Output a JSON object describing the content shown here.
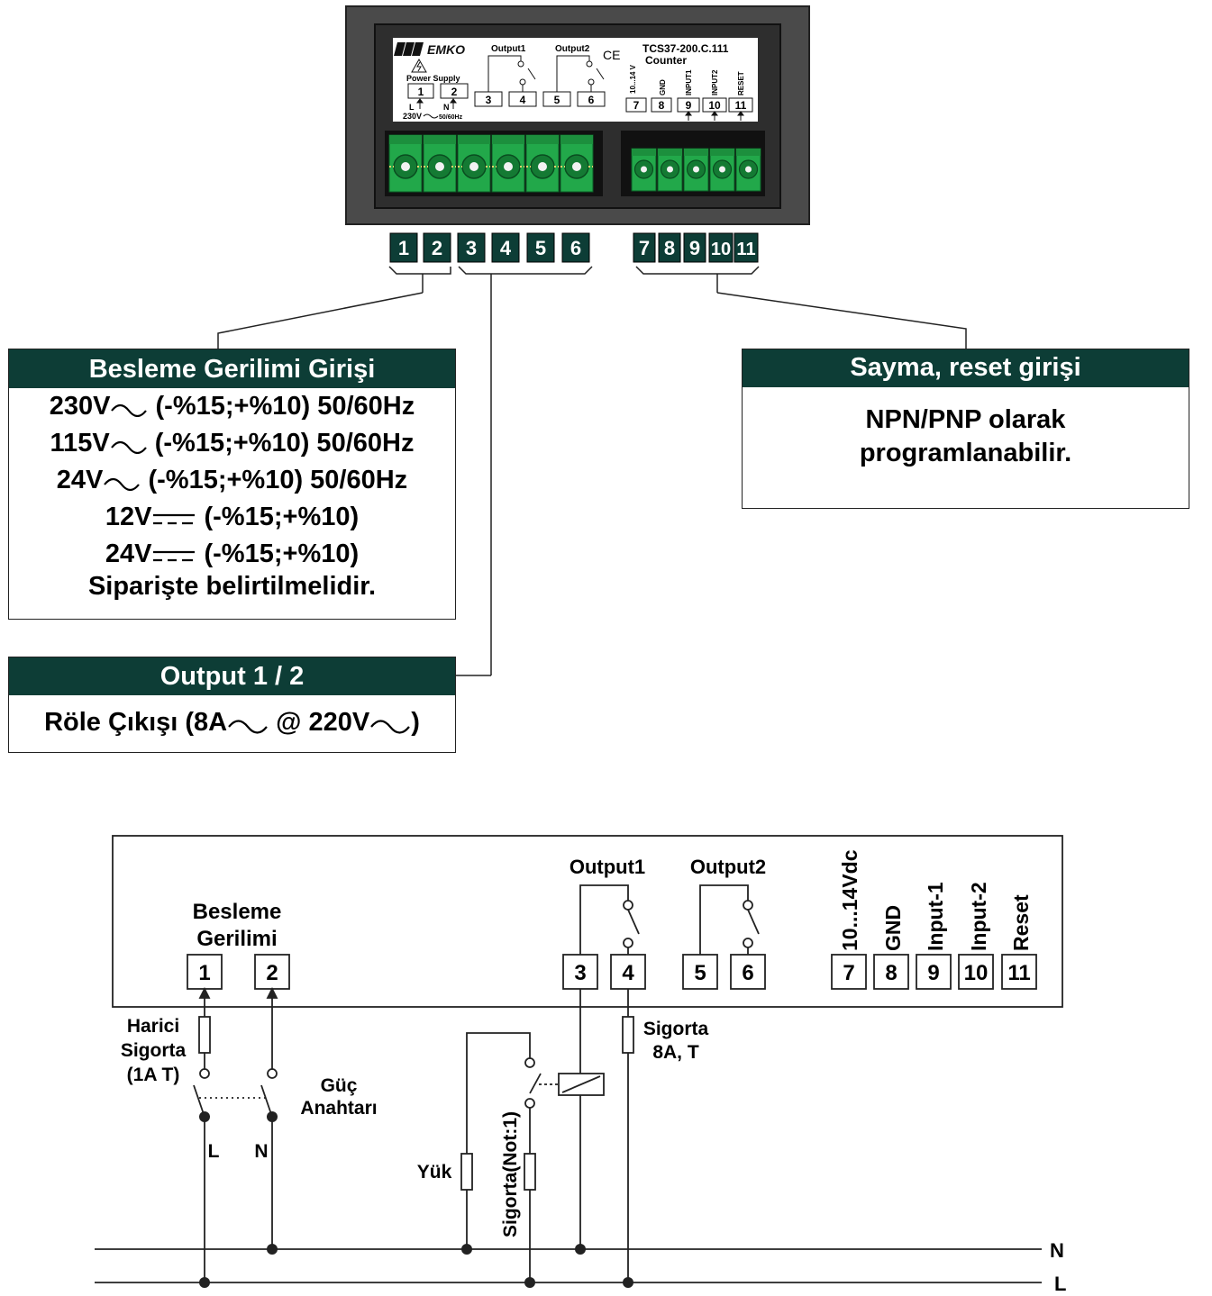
{
  "device": {
    "brand": "EMKO",
    "model": "TCS37-200.C.111",
    "type": "Counter",
    "ce_mark": "CE",
    "power_supply_label": "Power Supply",
    "power_l": "L",
    "power_n": "N",
    "voltage": "230V",
    "freq": "50/60Hz",
    "output1_label": "Output1",
    "output2_label": "Output2",
    "vert_labels": [
      "10...14 V",
      "GND",
      "INPUT1",
      "INPUT2",
      "RESET"
    ],
    "label_terminals": [
      "1",
      "2",
      "3",
      "4",
      "5",
      "6",
      "7",
      "8",
      "9",
      "10",
      "11"
    ]
  },
  "terminal_numbers": [
    "1",
    "2",
    "3",
    "4",
    "5",
    "6",
    "7",
    "8",
    "9",
    "10",
    "11"
  ],
  "supply_box": {
    "title": "Besleme Gerilimi Girişi",
    "lines": [
      {
        "v": "230V",
        "sym": "ac",
        "rest": " (-%15;+%10) 50/60Hz"
      },
      {
        "v": "115V",
        "sym": "ac",
        "rest": " (-%15;+%10) 50/60Hz"
      },
      {
        "v": "24V",
        "sym": "ac",
        "rest": " (-%15;+%10) 50/60Hz"
      },
      {
        "v": "12V",
        "sym": "dc",
        "rest": " (-%15;+%10)"
      },
      {
        "v": "24V",
        "sym": "dc",
        "rest": " (-%15;+%10)"
      }
    ],
    "note": "Siparişte belirtilmelidir."
  },
  "count_box": {
    "title": "Sayma, reset girişi",
    "line1": "NPN/PNP olarak",
    "line2": "programlanabilir."
  },
  "output_box": {
    "title": "Output 1 / 2",
    "part1": "Röle Çıkışı (8A",
    "part2": " @ 220V",
    "part3": ")"
  },
  "wiring": {
    "supply_label_1": "Besleme",
    "supply_label_2": "Gerilimi",
    "output1": "Output1",
    "output2": "Output2",
    "vertical_labels": [
      "10...14Vdc",
      "GND",
      "Input-1",
      "Input-2",
      "Reset"
    ],
    "ext_fuse": [
      "Harici",
      "Sigorta",
      "(1A T)"
    ],
    "power_switch": [
      "Güç",
      "Anahtarı"
    ],
    "fuse_8a": [
      "Sigorta",
      "8A, T"
    ],
    "load": "Yük",
    "fuse_note": "Sigorta(Not:1)",
    "l_label": "L",
    "n_label": "N",
    "bus_n": "N",
    "bus_l": "L"
  },
  "colors": {
    "dark_teal": "#0d3d36",
    "connector_green": "#22a84a",
    "panel_grey": "#454545"
  }
}
